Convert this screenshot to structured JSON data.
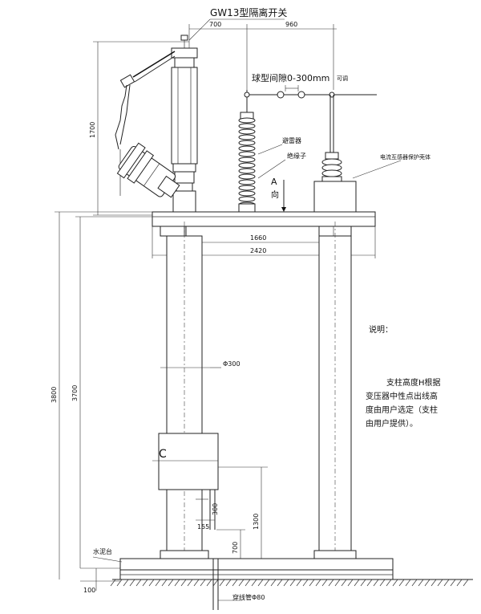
{
  "title": "GW13型隔离开关",
  "dimensions": {
    "d700_top": "700",
    "d960_top": "960",
    "d1700": "1700",
    "d1660": "1660",
    "d2420": "2420",
    "d3800": "3800",
    "d3700": "3700",
    "d1300": "1300",
    "d700_side": "700",
    "d300": "300",
    "d155": "155",
    "d100": "100",
    "phi300": "Φ300"
  },
  "labels": {
    "ball_gap": "球型间隙0-300mm",
    "adjustable": "可调",
    "arrester": "避雷器",
    "insulator": "绝缘子",
    "ct_shell": "电流互感器保护壳体",
    "view_a": "A",
    "view_dir": "向",
    "cement_base": "水泥台",
    "conduit": "穿线管Φ80",
    "box_letter": "C"
  },
  "notes": {
    "heading": "说明：",
    "line1": "支柱高度H根据",
    "line2": "变压器中性点出线高",
    "line3": "度由用户选定（支柱",
    "line4": "由用户提供）。"
  }
}
